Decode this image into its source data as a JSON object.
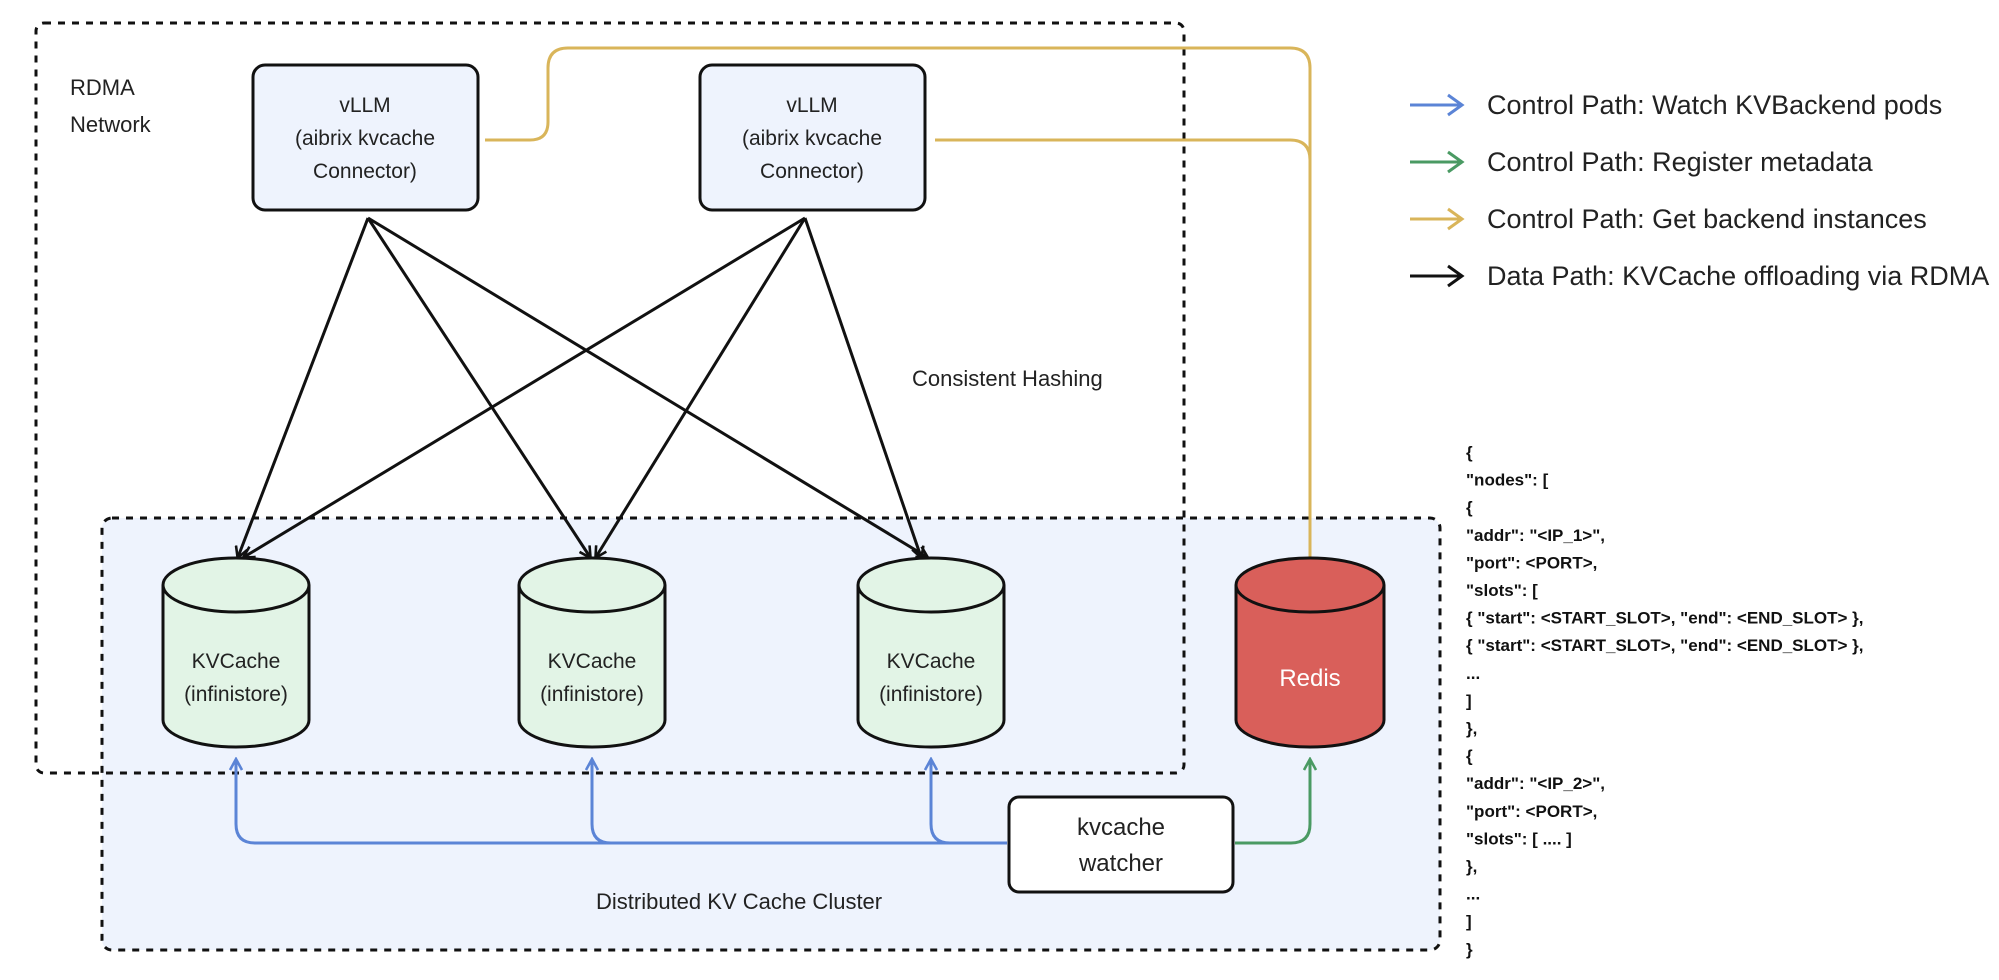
{
  "labels": {
    "rdma_network_line1": "RDMA",
    "rdma_network_line2": "Network",
    "consistent_hashing": "Consistent Hashing",
    "cluster": "Distributed KV Cache Cluster"
  },
  "nodes": {
    "vllm_1": [
      "vLLM",
      "(aibrix kvcache",
      "Connector)"
    ],
    "vllm_2": [
      "vLLM",
      "(aibrix kvcache",
      "Connector)"
    ],
    "kvcache_1": [
      "KVCache",
      "(infinistore)"
    ],
    "kvcache_2": [
      "KVCache",
      "(infinistore)"
    ],
    "kvcache_3": [
      "KVCache",
      "(infinistore)"
    ],
    "redis": "Redis",
    "watcher": [
      "kvcache",
      "watcher"
    ]
  },
  "legend": [
    {
      "label": "Control Path: Watch KVBackend pods",
      "color": "#5b84d6"
    },
    {
      "label": "Control Path: Register metadata",
      "color": "#4a9a63"
    },
    {
      "label": "Control Path: Get backend instances",
      "color": "#d9b55a"
    },
    {
      "label": "Data Path: KVCache offloading via RDMA",
      "color": "#111111"
    }
  ],
  "code_lines": [
    "{",
    "  \"nodes\": [",
    "    {",
    "      \"addr\": \"<IP_1>\",",
    "      \"port\": <PORT>,",
    "      \"slots\": [",
    "        { \"start\": <START_SLOT>, \"end\": <END_SLOT> },",
    "        { \"start\": <START_SLOT>, \"end\": <END_SLOT> },",
    "        ...",
    "      ]",
    "    },",
    "    {",
    "      \"addr\": \"<IP_2>\",",
    "      \"port\": <PORT>,",
    "      \"slots\": [ ....  ]",
    "    },",
    "    ...",
    "  ]",
    "}"
  ],
  "colors": {
    "blue": "#5b84d6",
    "green": "#4a9a63",
    "gold": "#d9b55a",
    "black": "#111111",
    "vllm_fill": "#eef3fd",
    "kvcache_fill": "#e2f4e6",
    "redis_fill": "#d95f5a",
    "cluster_fill": "#eef3fd"
  }
}
